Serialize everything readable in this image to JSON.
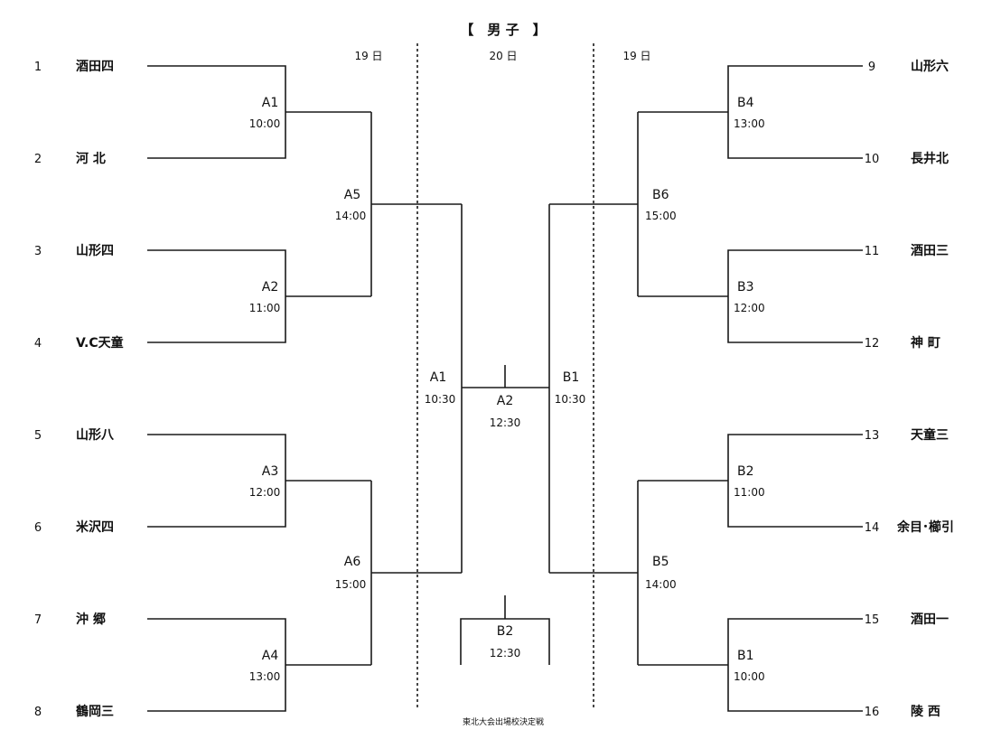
{
  "page": {
    "title": "【　男 子　】",
    "days": {
      "left": "19 日",
      "center": "20 日",
      "right": "19 日"
    },
    "footer": "東北大会出場校決定戦"
  },
  "teams": [
    {
      "seed": "1",
      "name": "酒田四"
    },
    {
      "seed": "2",
      "name": "河  北"
    },
    {
      "seed": "3",
      "name": "山形四"
    },
    {
      "seed": "4",
      "name": "V.C天童"
    },
    {
      "seed": "5",
      "name": "山形八"
    },
    {
      "seed": "6",
      "name": "米沢四"
    },
    {
      "seed": "7",
      "name": "沖  郷"
    },
    {
      "seed": "8",
      "name": "鶴岡三"
    },
    {
      "seed": "9",
      "name": "山形六"
    },
    {
      "seed": "10",
      "name": "長井北"
    },
    {
      "seed": "11",
      "name": "酒田三"
    },
    {
      "seed": "12",
      "name": "神    町"
    },
    {
      "seed": "13",
      "name": "天童三"
    },
    {
      "seed": "14",
      "name": "余目･櫛引"
    },
    {
      "seed": "15",
      "name": "酒田一"
    },
    {
      "seed": "16",
      "name": "陵  西"
    }
  ],
  "matches": {
    "left_r1": [
      {
        "label": "A1",
        "time": "10:00"
      },
      {
        "label": "A2",
        "time": "11:00"
      },
      {
        "label": "A3",
        "time": "12:00"
      },
      {
        "label": "A4",
        "time": "13:00"
      }
    ],
    "left_r2": [
      {
        "label": "A5",
        "time": "14:00"
      },
      {
        "label": "A6",
        "time": "15:00"
      }
    ],
    "right_r1": [
      {
        "label": "B4",
        "time": "13:00"
      },
      {
        "label": "B3",
        "time": "12:00"
      },
      {
        "label": "B2",
        "time": "11:00"
      },
      {
        "label": "B1",
        "time": "10:00"
      }
    ],
    "right_r2": [
      {
        "label": "B6",
        "time": "15:00"
      },
      {
        "label": "B5",
        "time": "14:00"
      }
    ],
    "center": {
      "left_semi": {
        "label": "A1",
        "time": "10:30"
      },
      "final": {
        "label": "A2",
        "time": "12:30"
      },
      "right_semi": {
        "label": "B1",
        "time": "10:30"
      },
      "third": {
        "label": "B2",
        "time": "12:30"
      }
    }
  }
}
